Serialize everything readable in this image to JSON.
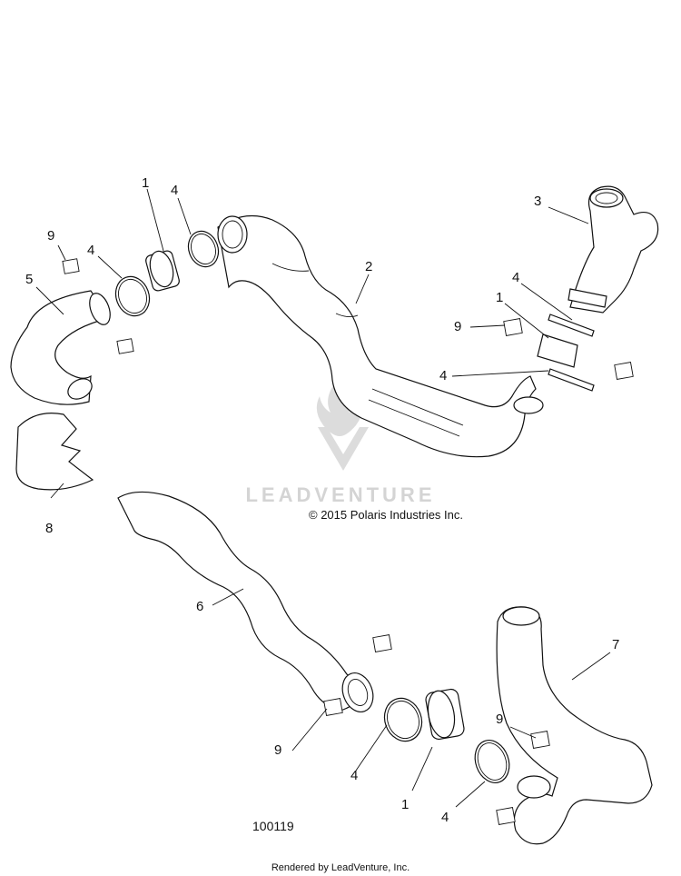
{
  "watermark": {
    "brand": "LEADVENTURE"
  },
  "copyright": "© 2015 Polaris Industries Inc.",
  "diagram_code": "100119",
  "footer": "Rendered by LeadVenture, Inc.",
  "callouts": {
    "c1a": "1",
    "c4a": "4",
    "c9a": "9",
    "c4b": "4",
    "c5": "5",
    "c3": "3",
    "c2": "2",
    "c4c": "4",
    "c1b": "1",
    "c9b": "9",
    "c4d": "4",
    "c8": "8",
    "c6": "6",
    "c7": "7",
    "c9c": "9",
    "c9d": "9",
    "c4e": "4",
    "c1c": "1",
    "c4f": "4"
  }
}
